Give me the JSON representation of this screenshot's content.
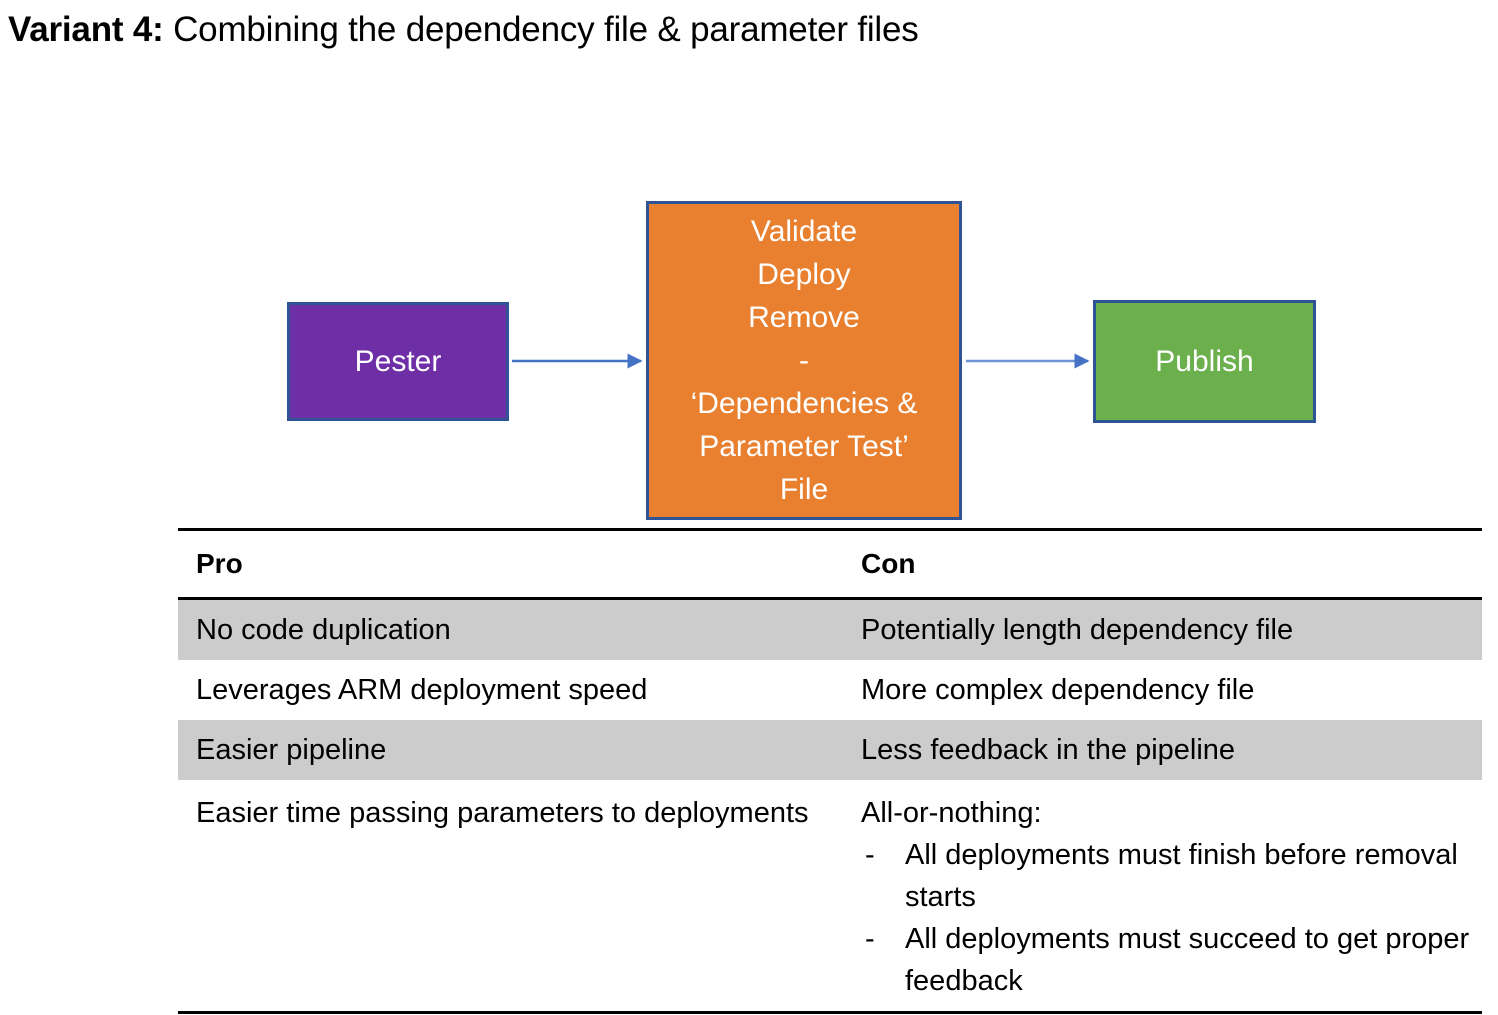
{
  "title": {
    "bold_prefix": "Variant 4:",
    "rest": " Combining the dependency file & parameter files"
  },
  "colors": {
    "pester_box": "#6E2EA5",
    "validate_box": "#E8802F",
    "publish_box": "#6CAF4D",
    "box_border": "#2F5496",
    "arrow": "#4472C4",
    "row_shade": "#CCCCCC",
    "table_rule": "#000000",
    "text_on_box": "#FFFFFF"
  },
  "diagram": {
    "nodes": [
      {
        "id": "pester",
        "label": "Pester"
      },
      {
        "id": "validate",
        "lines": [
          "Validate",
          "Deploy",
          "Remove",
          "-",
          "‘Dependencies &",
          "Parameter Test’",
          "File"
        ]
      },
      {
        "id": "publish",
        "label": "Publish"
      }
    ],
    "arrows": [
      {
        "from": "pester",
        "to": "validate"
      },
      {
        "from": "validate",
        "to": "publish"
      }
    ]
  },
  "table": {
    "headers": [
      "Pro",
      "Con"
    ],
    "rows": [
      {
        "shaded": true,
        "pro": "No code duplication",
        "con": "Potentially length dependency file"
      },
      {
        "shaded": false,
        "pro": "Leverages ARM deployment speed",
        "con": "More complex dependency file"
      },
      {
        "shaded": true,
        "pro": "Easier pipeline",
        "con": "Less feedback in the pipeline"
      },
      {
        "shaded": false,
        "pro": "Easier time passing parameters to deployments",
        "con_heading": "All-or-nothing:",
        "con_bullets": [
          "All deployments must finish before removal starts",
          "All deployments must succeed to get proper feedback"
        ],
        "bullet_marker": "-"
      }
    ]
  }
}
